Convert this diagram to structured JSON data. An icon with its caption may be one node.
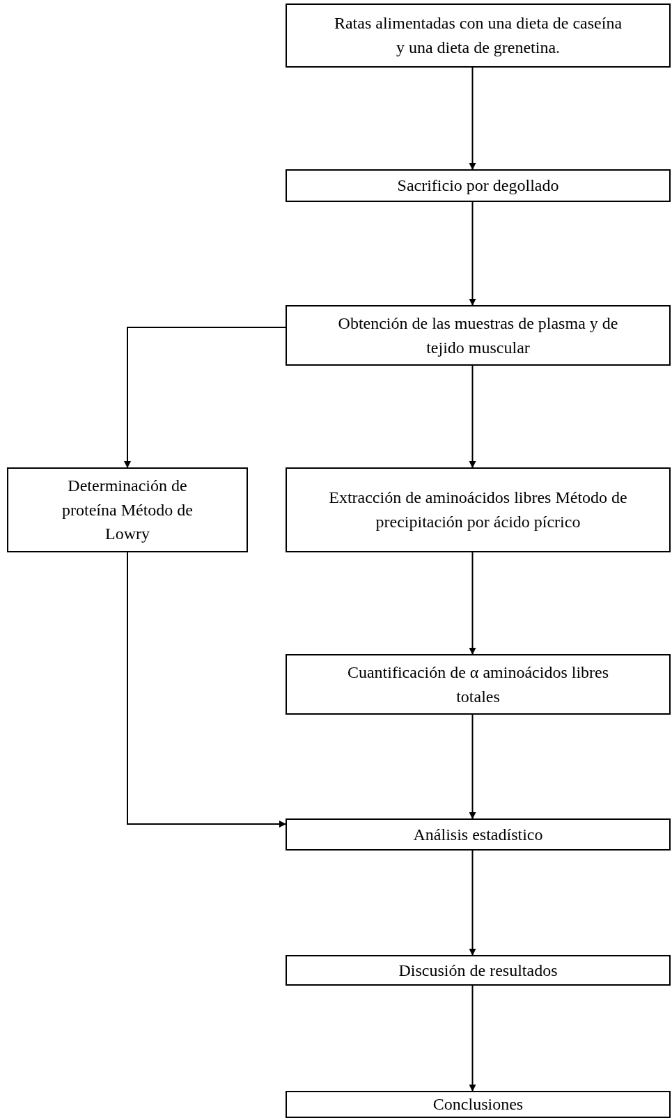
{
  "diagram": {
    "nodes": [
      {
        "text": [
          "Ratas alimentadas con una dieta de caseína y una dieta de grenetina."
        ]
      },
      {
        "text": [
          "Sacrificio por degollado"
        ]
      },
      {
        "text": [
          "Obtención de las muestras de plasma y de tejido muscular"
        ]
      },
      {
        "text": [
          "Determinación de proteína Método de Lowry"
        ]
      },
      {
        "text": [
          "Extracción de aminoácidos libres Método de precipitación por ácido pícrico"
        ]
      },
      {
        "text": [
          "Cuantificación de α aminoácidos libres totales"
        ]
      },
      {
        "text": [
          "Análisis estadístico"
        ]
      },
      {
        "text": [
          "Discusión de resultados"
        ]
      },
      {
        "text": [
          "Conclusiones"
        ]
      }
    ],
    "edges": [
      {
        "from": 0,
        "to": 1,
        "arrow": "to"
      },
      {
        "from": 1,
        "to": 2,
        "arrow": "to"
      },
      {
        "from": 2,
        "to": 3,
        "arrow": "to"
      },
      {
        "from": 2,
        "to": 4,
        "arrow": "to"
      },
      {
        "from": 4,
        "to": 5,
        "arrow": "to"
      },
      {
        "from": 5,
        "to": 6,
        "arrow": "to"
      },
      {
        "from": 3,
        "to": 6,
        "arrow": "to"
      },
      {
        "from": 6,
        "to": 7,
        "arrow": "to"
      },
      {
        "from": 7,
        "to": 8,
        "arrow": "to"
      }
    ]
  }
}
